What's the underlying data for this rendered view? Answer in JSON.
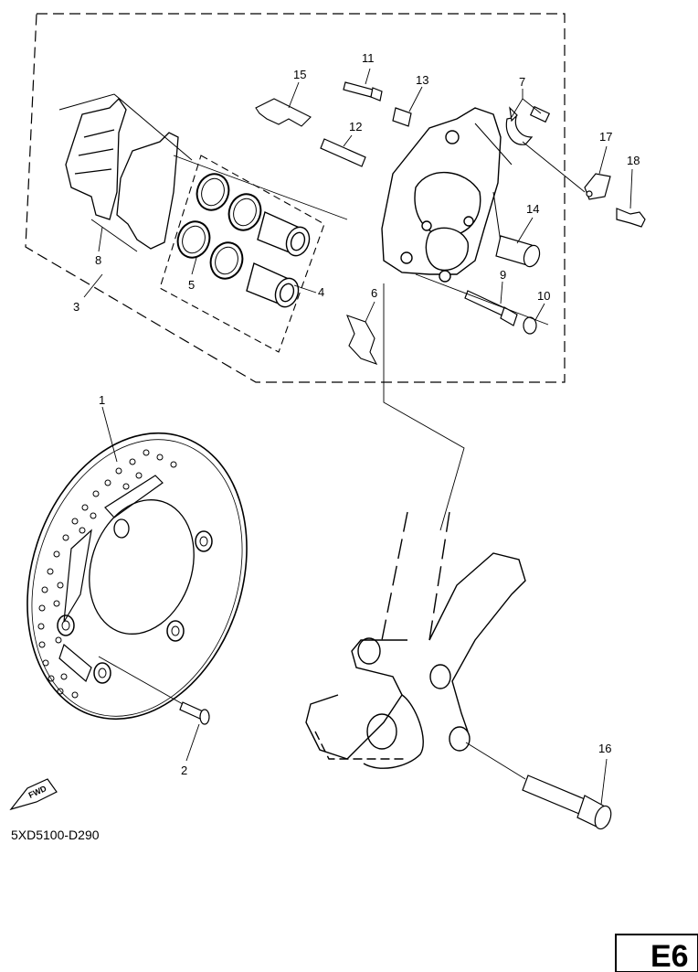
{
  "diagram_code": "5XD5100-D290",
  "sheet_label": "E6",
  "fwd_label": "FWD",
  "callouts": {
    "c1": "1",
    "c2": "2",
    "c3": "3",
    "c4": "4",
    "c5": "5",
    "c6": "6",
    "c7": "7",
    "c8": "8",
    "c9": "9",
    "c10": "10",
    "c11": "11",
    "c12": "12",
    "c13": "13",
    "c14": "14",
    "c15": "15",
    "c16": "16",
    "c17": "17",
    "c18": "18"
  }
}
